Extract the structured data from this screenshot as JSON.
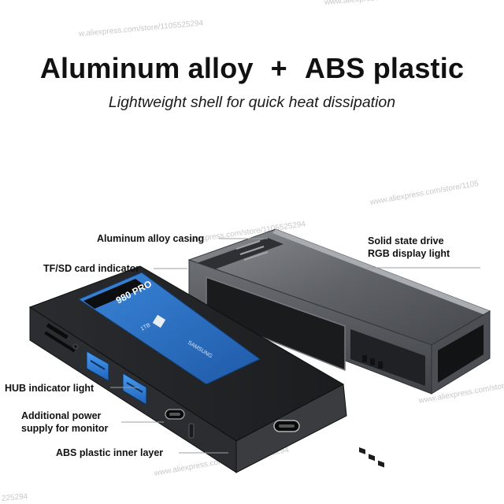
{
  "headline": {
    "left": "Aluminum alloy",
    "plus": "+",
    "right": "ABS plastic"
  },
  "subline": "Lightweight shell for quick heat dissipation",
  "watermarks": [
    "www.aliexpress.com/store/1105",
    "w.aliexpress.com/store/1105525294",
    "www.aliexpress.com/store/1105",
    "aliexpress.com/store/1105525294",
    "www.aliexpress.com/store/1105",
    "www.aliexpress.com/store/1105525294",
    "225294"
  ],
  "callouts": {
    "aluminum_casing": "Aluminum alloy casing",
    "ssd_rgb_line1": "Solid state drive",
    "ssd_rgb_line2": "RGB display light",
    "tf_sd_indicator": "TF/SD card indicator",
    "hub_indicator": "HUB indicator light",
    "power_line1": "Additional power",
    "power_line2": "supply for monitor",
    "abs_layer": "ABS plastic inner layer"
  },
  "ssd_label": {
    "brand": "SAMSUNG",
    "model": "980 PRO",
    "capacity": "1TB"
  },
  "colors": {
    "headline": "#111111",
    "casing": "#5b5e63",
    "inner_black": "#151618",
    "ssd_blue": "#2e6fc0",
    "usb_blue": "#2f7fd6",
    "leader_line": "#9aa0a6"
  }
}
